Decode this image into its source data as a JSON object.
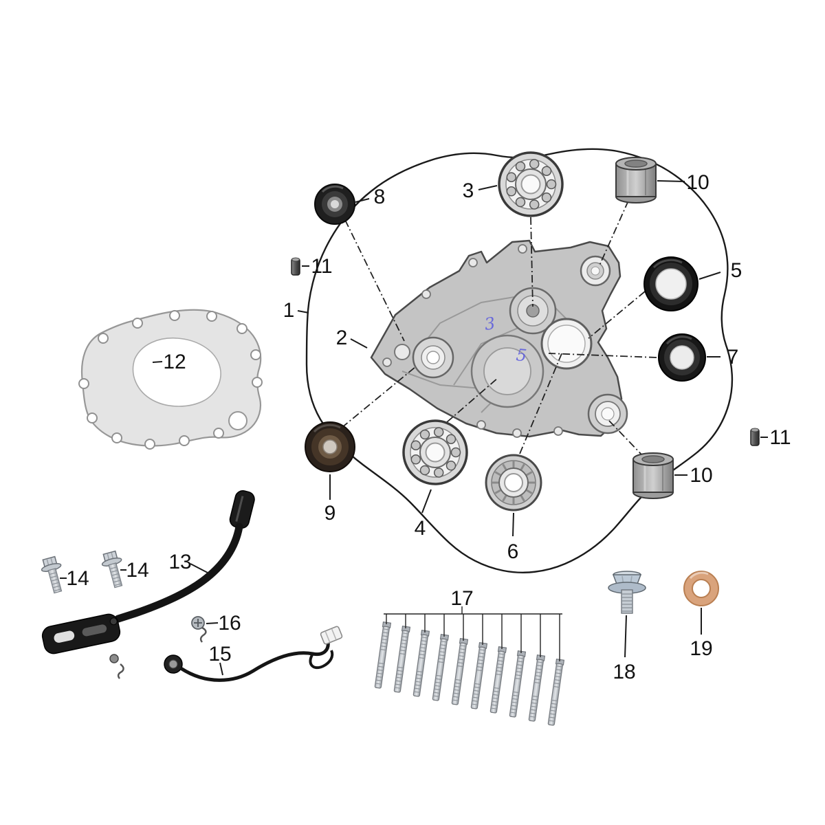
{
  "callouts": {
    "c1": "1",
    "c2": "2",
    "c3": "3",
    "c4": "4",
    "c5": "5",
    "c6": "6",
    "c7": "7",
    "c8": "8",
    "c9": "9",
    "c10_top": "10",
    "c10_bottom": "10",
    "c11_left": "11",
    "c11_right": "11",
    "c12": "12",
    "c13": "13",
    "c14_left": "14",
    "c14_right": "14",
    "c15": "15",
    "c16": "16",
    "c17": "17",
    "c18": "18",
    "c19": "19"
  },
  "ink": {
    "mark1": "3",
    "mark2": "5"
  },
  "colors": {
    "line": "#1a1a1a",
    "metal_light": "#cdd2d8",
    "metal_gray": "#bdbdbd",
    "seal_black": "#1a1a1a",
    "copper": "#d9a37c",
    "ink_blue": "#5a5adf"
  }
}
